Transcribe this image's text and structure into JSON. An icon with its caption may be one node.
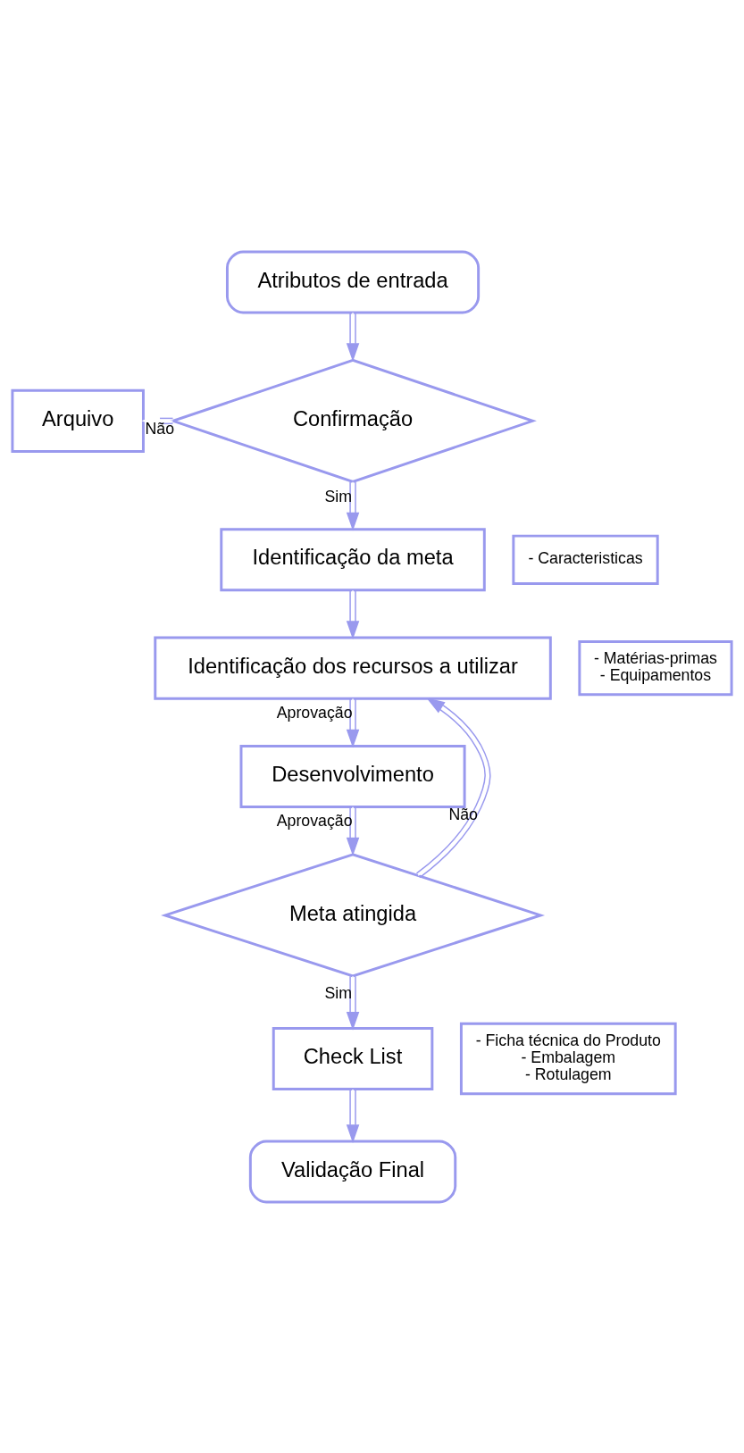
{
  "diagram": {
    "nodes": [
      {
        "text": [
          "Atributos de entrada"
        ]
      },
      {
        "text": [
          "Confirmação"
        ]
      },
      {
        "text": [
          "Arquivo"
        ]
      },
      {
        "text": [
          "Identificação da meta"
        ],
        "beside": [
          "- Caracteristicas"
        ]
      },
      {
        "text": [
          "Identificação dos recursos a utilizar"
        ],
        "beside": [
          "- Matérias-primas",
          "- Equipamentos"
        ]
      },
      {
        "text": [
          "Desenvolvimento"
        ]
      },
      {
        "text": [
          "Meta atingida"
        ]
      },
      {
        "text": [
          "Check List"
        ],
        "beside": [
          "- Ficha técnica do Produto",
          "- Embalagem",
          "- Rotulagem"
        ]
      },
      {
        "text": [
          "Validação Final"
        ]
      }
    ],
    "edges": [
      {
        "from": 0,
        "to": 1,
        "arrow": "to"
      },
      {
        "from": 1,
        "to": 2,
        "arrow": "to",
        "label": "Não"
      },
      {
        "from": 1,
        "to": 3,
        "arrow": "to",
        "label": "Sim"
      },
      {
        "from": 3,
        "to": 4,
        "arrow": "to"
      },
      {
        "from": 4,
        "to": 5,
        "arrow": "to",
        "label": "Aprovação"
      },
      {
        "from": 5,
        "to": 6,
        "arrow": "to",
        "label": "Aprovação"
      },
      {
        "from": 6,
        "to": 4,
        "arrow": "to",
        "label": "Não"
      },
      {
        "from": 6,
        "to": 7,
        "arrow": "to",
        "label": "Sim"
      },
      {
        "from": 7,
        "to": 8,
        "arrow": "to"
      }
    ]
  }
}
